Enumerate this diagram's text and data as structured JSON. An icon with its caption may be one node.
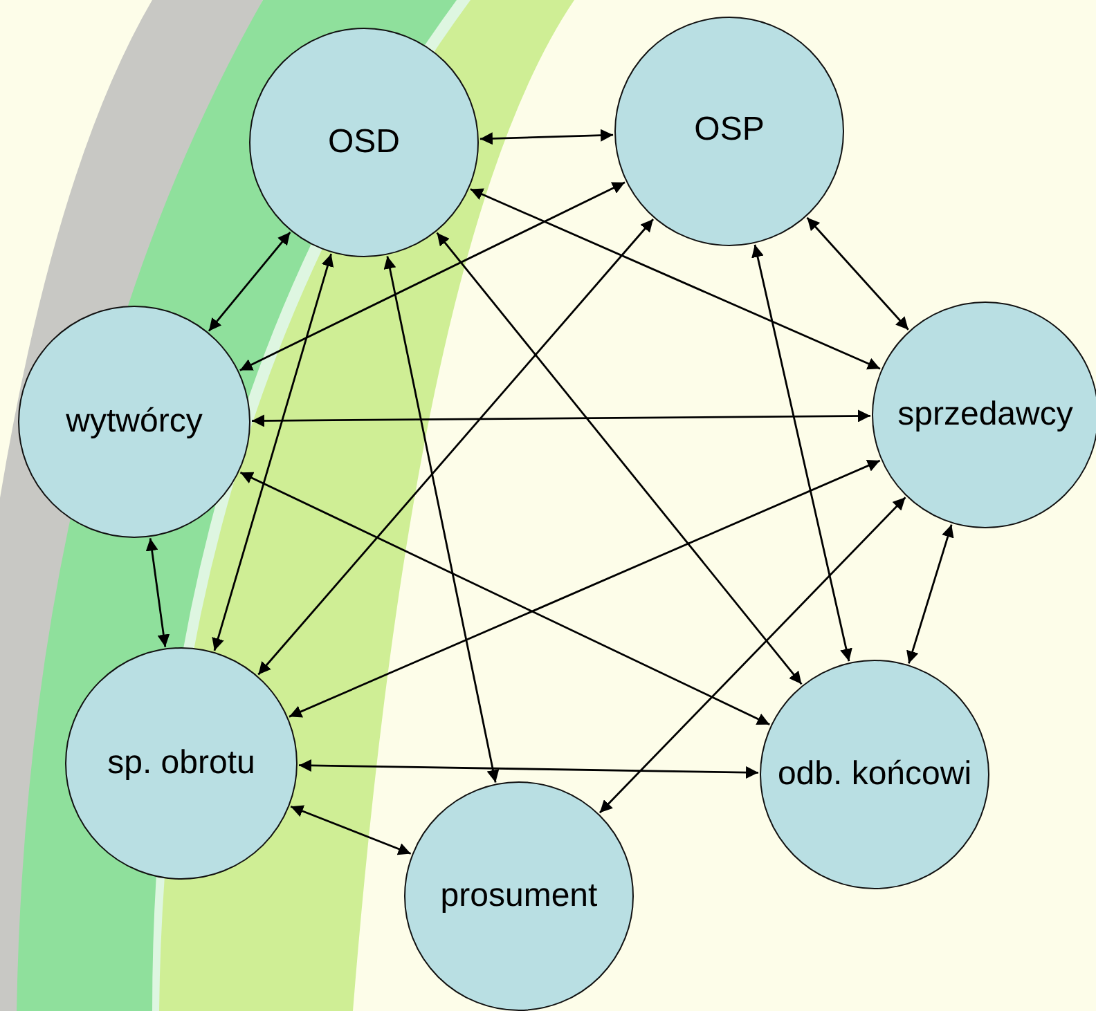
{
  "diagram": {
    "nodes": [
      {
        "text": [
          "OSD"
        ]
      },
      {
        "text": [
          "OSP"
        ]
      },
      {
        "text": [
          "wytwórcy"
        ]
      },
      {
        "text": [
          "sprzedawcy"
        ]
      },
      {
        "text": [
          "sp. obrotu"
        ]
      },
      {
        "text": [
          "odb. końcowi"
        ]
      },
      {
        "text": [
          "prosument"
        ]
      }
    ],
    "edges": [
      {
        "from": 0,
        "to": 1,
        "arrow": "both"
      },
      {
        "from": 0,
        "to": 2,
        "arrow": "both"
      },
      {
        "from": 1,
        "to": 2,
        "arrow": "both"
      },
      {
        "from": 0,
        "to": 3,
        "arrow": "both"
      },
      {
        "from": 0,
        "to": 4,
        "arrow": "both"
      },
      {
        "from": 0,
        "to": 6,
        "arrow": "both"
      },
      {
        "from": 0,
        "to": 5,
        "arrow": "both"
      },
      {
        "from": 1,
        "to": 3,
        "arrow": "both"
      },
      {
        "from": 1,
        "to": 4,
        "arrow": "both"
      },
      {
        "from": 1,
        "to": 5,
        "arrow": "both"
      },
      {
        "from": 2,
        "to": 3,
        "arrow": "both"
      },
      {
        "from": 2,
        "to": 4,
        "arrow": "both"
      },
      {
        "from": 2,
        "to": 5,
        "arrow": "both"
      },
      {
        "from": 3,
        "to": 4,
        "arrow": "both"
      },
      {
        "from": 3,
        "to": 6,
        "arrow": "both"
      },
      {
        "from": 3,
        "to": 5,
        "arrow": "both"
      },
      {
        "from": 4,
        "to": 5,
        "arrow": "both"
      },
      {
        "from": 4,
        "to": 6,
        "arrow": "both"
      }
    ]
  }
}
